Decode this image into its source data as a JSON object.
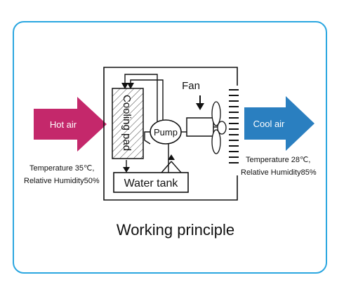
{
  "labels": {
    "fan": "Fan",
    "cooling_pad": "Cooling pad",
    "pump": "Pump",
    "water_tank": "Water tank",
    "hot_air": "Hot air",
    "cool_air": "Cool air"
  },
  "hot_side": {
    "temperature": "Temperature 35℃,",
    "humidity": "Relative Humidity50%"
  },
  "cool_side": {
    "temperature": "Temperature 28℃,",
    "humidity": "Relative Humidity85%"
  },
  "caption": "Working principle",
  "colors": {
    "frame_border": "#2aa6e0",
    "hot_arrow": "#c4286b",
    "cool_arrow": "#2a7fc0",
    "line": "#111111"
  }
}
